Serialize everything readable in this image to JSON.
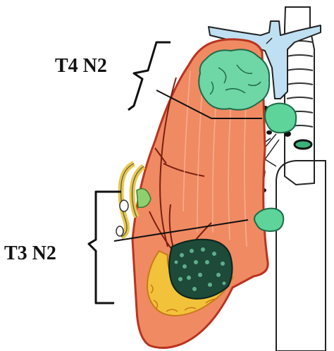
{
  "labels": {
    "upper_stage": "T4 N2",
    "lower_stage": "T3 N2"
  },
  "colors": {
    "lung_fill": "#f08a63",
    "lung_outline": "#b8341f",
    "tumor_green": "#6fd6a6",
    "tumor_dark": "#1e4a3a",
    "node_green": "#5ed49a",
    "airway_blue": "#bfe0f2",
    "invasion_yellow": "#f2c23a",
    "ink": "#111111"
  },
  "structures": [
    {
      "name": "trachea",
      "icon": "airway-tree"
    },
    {
      "name": "right-lung",
      "icon": "lung-outline"
    },
    {
      "name": "apical-tumor",
      "icon": "tumor-mass"
    },
    {
      "name": "lower-tumor",
      "icon": "tumor-mass"
    },
    {
      "name": "mediastinal-nodes",
      "icon": "lymph-node"
    },
    {
      "name": "chest-wall-invasion",
      "icon": "invasion-zone"
    }
  ]
}
